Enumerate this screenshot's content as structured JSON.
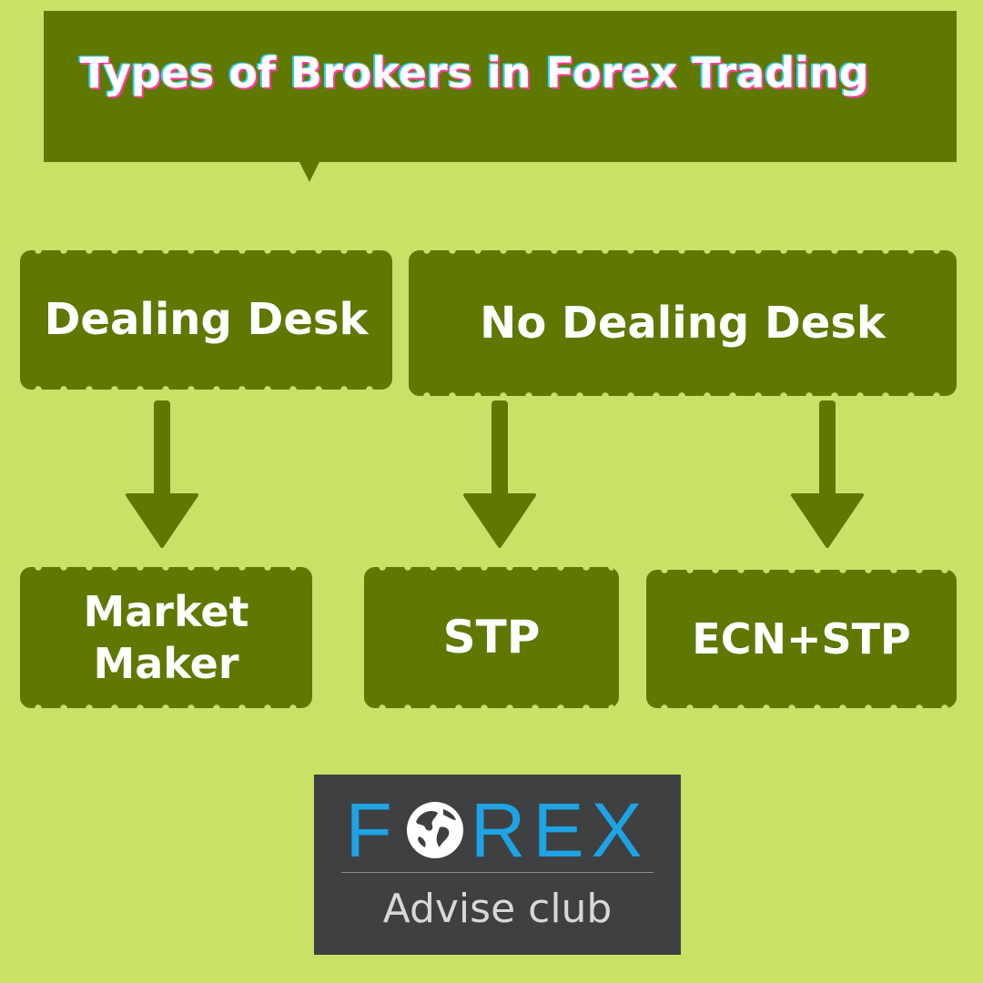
{
  "title": "Types of Brokers in Forex Trading",
  "categories": [
    {
      "label": "Dealing Desk"
    },
    {
      "label": "No Dealing Desk"
    }
  ],
  "types": [
    {
      "line1": "Market",
      "line2": "Maker"
    },
    {
      "line1": "STP"
    },
    {
      "line1": "ECN+STP"
    }
  ],
  "logo": {
    "word_left": "F",
    "word_right": "REX",
    "subtitle": "Advise club",
    "globe_icon": "globe-icon"
  },
  "colors": {
    "background": "#c8e266",
    "box": "#5e7800",
    "logo_background": "#3e4042",
    "logo_accent": "#1ea3e4"
  }
}
